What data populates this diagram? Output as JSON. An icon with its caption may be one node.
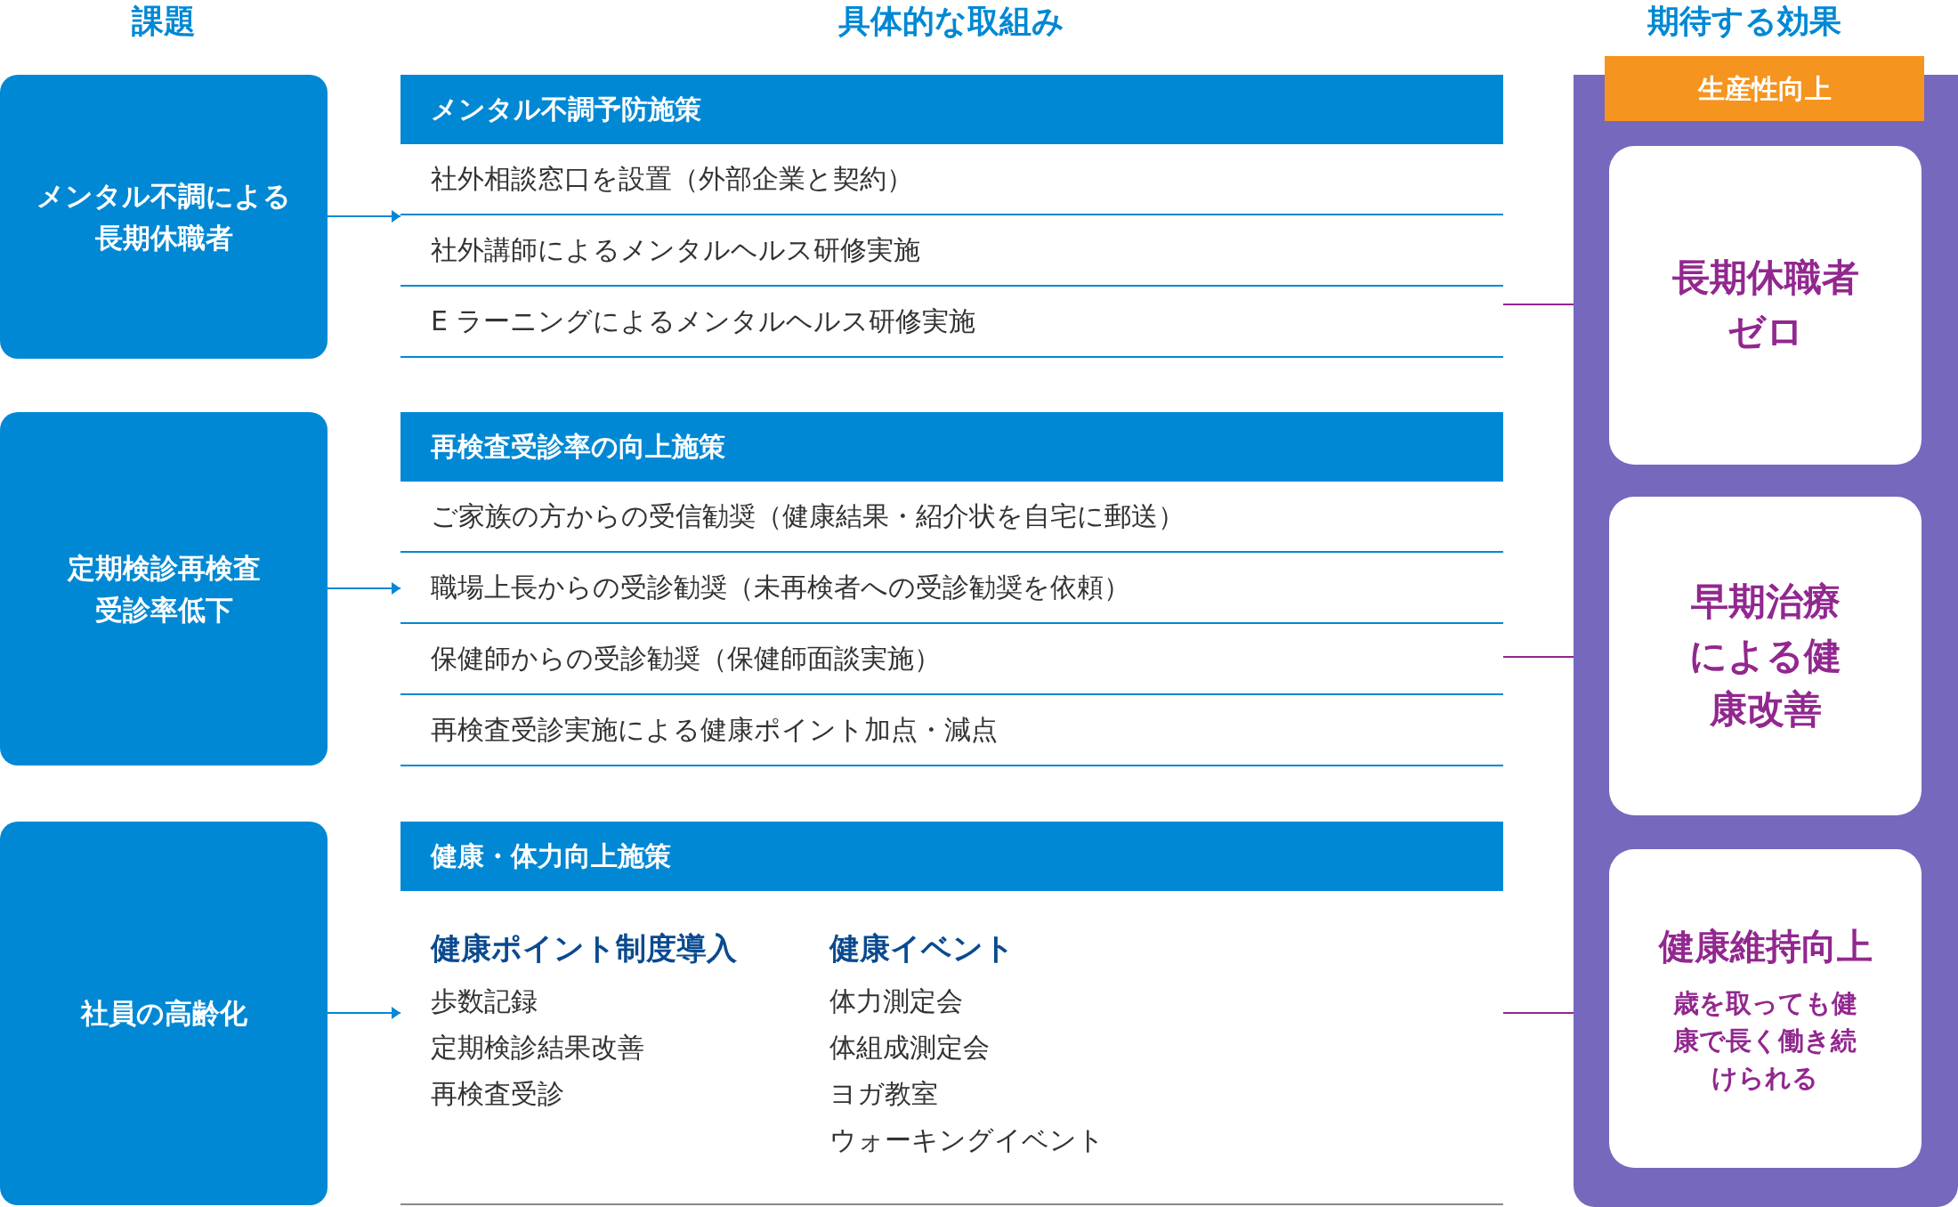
{
  "diagram": {
    "nodes": [
      {
        "text": [
          "メンタル不調による長期休職者"
        ]
      },
      {
        "text": [
          "定期検診再検査受診率低下"
        ]
      },
      {
        "text": [
          "社員の高齢化"
        ]
      },
      {
        "text": [
          "メンタル不調予防施策",
          "社外相談窓口を設置（外部企業と契約）",
          "社外講師によるメンタルヘルス研修実施",
          "E ラーニングによるメンタルヘルス研修実施"
        ]
      },
      {
        "text": [
          "再検査受診率の向上施策",
          "ご家族の方からの受信勧奨（健康結果・紹介状を自宅に郵送）",
          "職場上長からの受診勧奨（未再検者への受診勧奨を依頼）",
          "保健師からの受診勧奨（保健師面談実施）",
          "再検査受診実施による健康ポイント加点・減点"
        ]
      },
      {
        "text": [
          "健康・体力向上施策",
          "健康ポイント制度導入",
          "歩数記録",
          "定期検診結果改善",
          "再検査受診",
          "健康イベント",
          "体力測定会",
          "体組成測定会",
          "ヨガ教室",
          "ウォーキングイベント"
        ]
      },
      {
        "text": [
          "生産性向上"
        ]
      },
      {
        "text": [
          "長期休職者ゼロ"
        ],
        "in": 6
      },
      {
        "text": [
          "早期治療による健康改善"
        ],
        "in": 6
      },
      {
        "text": [
          "健康維持向上",
          "歳を取っても健康で長く働き続けられる"
        ],
        "in": 6
      }
    ],
    "edges": [
      {
        "from": 0,
        "to": 3,
        "arrow": "to"
      },
      {
        "from": 1,
        "to": 4,
        "arrow": "to"
      },
      {
        "from": 2,
        "to": 5,
        "arrow": "to"
      },
      {
        "from": 3,
        "to": 7,
        "arrow": "to",
        "color": "#92278f"
      },
      {
        "from": 4,
        "to": 8,
        "arrow": "to",
        "color": "#92278f"
      },
      {
        "from": 5,
        "to": 9,
        "arrow": "to",
        "color": "#92278f"
      }
    ],
    "labels": [
      "課題",
      "具体的な取組み",
      "期待する効果"
    ]
  }
}
